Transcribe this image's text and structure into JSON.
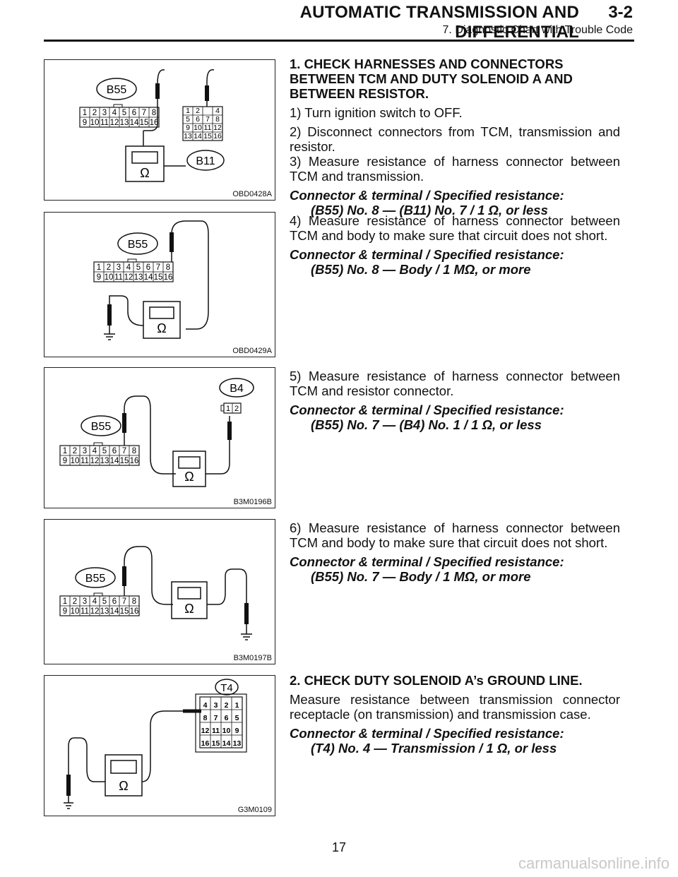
{
  "header": {
    "title": "AUTOMATIC TRANSMISSION AND DIFFERENTIAL",
    "section_number": "3-2",
    "subtitle": "7. Diagnostic Chart with Trouble Code"
  },
  "figures": [
    {
      "code": "OBD0428A",
      "labels": {
        "conn_a": "B55",
        "conn_b": "B11"
      }
    },
    {
      "code": "OBD0429A",
      "labels": {
        "conn_a": "B55"
      }
    },
    {
      "code": "B3M0196B",
      "labels": {
        "conn_a": "B55",
        "conn_b": "B4"
      }
    },
    {
      "code": "B3M0197B",
      "labels": {
        "conn_a": "B55"
      }
    },
    {
      "code": "G3M0109",
      "labels": {
        "conn_a": "T4"
      }
    }
  ],
  "meter_symbol": "Ω",
  "connector_pins": {
    "b55_top": [
      "1",
      "2",
      "3",
      "4",
      "5",
      "6",
      "7",
      "8"
    ],
    "b55_bottom": [
      "9",
      "10",
      "11",
      "12",
      "13",
      "14",
      "15",
      "16"
    ],
    "b11_rows": [
      [
        "1",
        "2",
        "",
        "4"
      ],
      [
        "5",
        "6",
        "7",
        "8"
      ],
      [
        "9",
        "10",
        "11",
        "12"
      ],
      [
        "13",
        "14",
        "15",
        "16"
      ]
    ],
    "b4": [
      "1",
      "2"
    ],
    "t4_rows": [
      [
        "4",
        "3",
        "2",
        "1"
      ],
      [
        "8",
        "7",
        "6",
        "5"
      ],
      [
        "12",
        "11",
        "10",
        "9"
      ],
      [
        "16",
        "15",
        "14",
        "13"
      ]
    ]
  },
  "steps": {
    "s1": {
      "heading": "1. CHECK HARNESSES AND CONNECTORS BETWEEN TCM AND DUTY SOLENOID A AND BETWEEN RESISTOR.",
      "items": [
        "1) Turn ignition switch to OFF.",
        "2) Disconnect connectors from TCM, transmission and resistor.",
        "3) Measure resistance of harness connector between TCM and transmission."
      ],
      "spec_label": "Connector & terminal / Specified resistance:",
      "spec_value": "(B55) No. 8 — (B11) No. 7 / 1 Ω, or less"
    },
    "s4": {
      "text": "4) Measure resistance of harness connector between TCM and body to make sure that circuit does not short.",
      "spec_label": "Connector & terminal / Specified resistance:",
      "spec_value": "(B55) No. 8 — Body / 1 MΩ, or more"
    },
    "s5": {
      "text": "5) Measure resistance of harness connector between TCM and resistor connector.",
      "spec_label": "Connector & terminal / Specified resistance:",
      "spec_value": "(B55) No. 7 — (B4) No. 1 / 1 Ω, or less"
    },
    "s6": {
      "text": "6) Measure resistance of harness connector between TCM and body to make sure that circuit does not short.",
      "spec_label": "Connector & terminal / Specified resistance:",
      "spec_value": "(B55) No. 7 — Body / 1 MΩ, or more"
    },
    "s2": {
      "heading": "2. CHECK DUTY SOLENOID A’s GROUND LINE.",
      "text": "Measure resistance between transmission connector receptacle (on transmission) and transmission case.",
      "spec_label": "Connector & terminal / Specified resistance:",
      "spec_value": "(T4) No. 4 — Transmission / 1 Ω, or less"
    }
  },
  "page_number": "17",
  "watermark": "carmanualsonline.info"
}
